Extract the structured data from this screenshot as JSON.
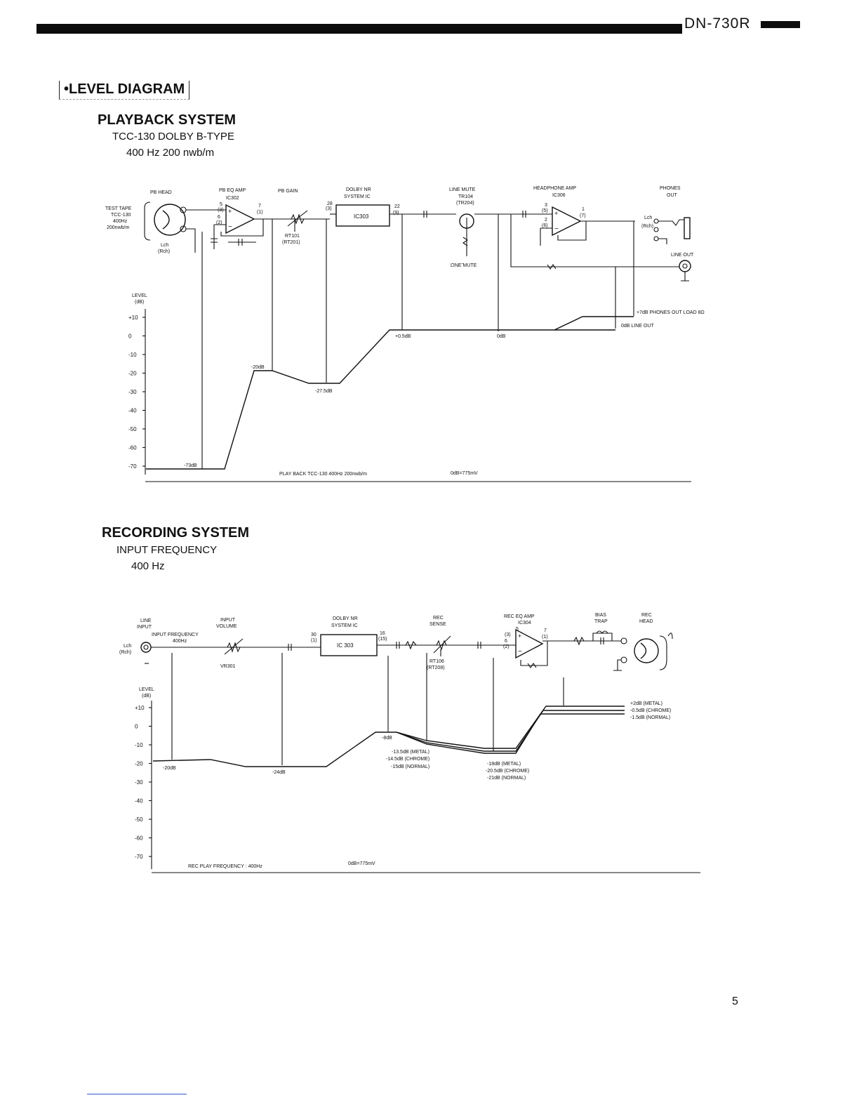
{
  "header": {
    "model": "DN-730R"
  },
  "section_title": "•LEVEL DIAGRAM",
  "playback": {
    "title": "PLAYBACK SYSTEM",
    "subtitle1": "TCC-130 DOLBY B-TYPE",
    "subtitle2": "400 Hz 200 nwb/m",
    "labels": {
      "pb_head": "PB HEAD",
      "pb_eq_amp": "PB EQ AMP",
      "ic302": "IC302",
      "pb_gain": "PB GAIN",
      "dolby": "DOLBY NR",
      "system_ic": "SYSTEM IC",
      "ic303": "IC303",
      "line_mute": "LINE MUTE",
      "tr104": "TR104",
      "tr204": "(TR204)",
      "line_mute2": "LINE MUTE",
      "hp_amp": "HEADPHONE AMP",
      "ic306": "IC306",
      "phones": "PHONES",
      "out": "OUT",
      "line_out": "LINE OUT",
      "lch": "Lch",
      "rch": "(Rch)",
      "rt101": "RT101",
      "rt201": "(RT201)",
      "test_tape_1": "TEST TAPE",
      "test_tape_2": "TCC-130",
      "test_tape_3": "400Hz",
      "test_tape_4": "200nwb/m",
      "pin5": "5",
      "pin3": "(3)",
      "pin6": "6",
      "pin2": "(2)",
      "pin7": "7",
      "pin1": "(1)",
      "pin28": "28",
      "pin3b": "(3)",
      "pin22": "22",
      "pin9": "(9)",
      "hp_p3": "3",
      "hp_p5": "(5)",
      "hp_p2": "2",
      "hp_p6": "(6)",
      "hp_p1": "1",
      "hp_p7": "(7)"
    },
    "level_axis": {
      "title1": "LEVEL",
      "title2": "(dB)"
    },
    "footer": "PLAY BACK TCC-130 400Hz 200nwb/m",
    "ref": "0dB=775mV"
  },
  "recording": {
    "title": "RECORDING SYSTEM",
    "subtitle1": "INPUT FREQUENCY",
    "subtitle2": "400 Hz",
    "labels": {
      "line_input1": "LINE",
      "line_input2": "INPUT",
      "input_freq": "INPUT FREQUENCY",
      "freq": "400Hz",
      "input_volume1": "INPUT",
      "input_volume2": "VOLUME",
      "vr301": "VR301",
      "dolby": "DOLBY NR",
      "system_ic": "SYSTEM IC",
      "ic303": "IC 303",
      "rec_sense1": "REC",
      "rec_sense2": "SENSE",
      "rt106": "RT106",
      "rt206": "(RT208)",
      "rec_eq_amp": "REC EQ AMP",
      "ic304": "IC304",
      "bias_trap1": "BIAS",
      "bias_trap2": "TRAP",
      "rec_head1": "REC",
      "rec_head2": "HEAD",
      "lch": "Lch",
      "rch": "(Rch)",
      "pin30": "30",
      "pin1": "(1)",
      "pin16": "16",
      "pin15": "(15)",
      "e_p5": "5",
      "e_p3": "(3)",
      "e_p6": "6",
      "e_p2": "(2)",
      "e_p7": "7",
      "e_p1": "(1)"
    },
    "level_axis": {
      "title1": "LEVEL",
      "title2": "(dB)"
    },
    "footer": "REC PLAY FREQUENCY : 400Hz",
    "ref": "0dB=775mV"
  },
  "chart_data": [
    {
      "type": "line",
      "ylabel": "LEVEL (dB)",
      "y_ticks": [
        "+10",
        "0",
        "-10",
        "-20",
        "-30",
        "-40",
        "-50",
        "-60",
        "-70"
      ],
      "ylim": [
        -73,
        10
      ],
      "series": [
        {
          "values": [
            {
              "stage": "PB HEAD",
              "db": -73
            },
            {
              "stage": "PB EQ AMP",
              "db": -20
            },
            {
              "stage": "PB GAIN",
              "db": -27.5
            },
            {
              "stage": "DOLBY NR SYSTEM IC",
              "db": 0.5
            },
            {
              "stage": "LINE MUTE",
              "db": 0
            },
            {
              "stage": "LINE OUT",
              "db": 0
            },
            {
              "stage": "PHONES OUT",
              "db": 7
            }
          ]
        }
      ],
      "annotations": [
        "-73dB",
        "-20dB",
        "-27.5dB",
        "+0.5dB",
        "0dB",
        "+7dB PHONES OUT LOAD 8Ω",
        "0dB LINE OUT"
      ]
    },
    {
      "type": "line",
      "ylabel": "LEVEL (dB)",
      "y_ticks": [
        "+10",
        "0",
        "-10",
        "-20",
        "-30",
        "-40",
        "-50",
        "-60",
        "-70"
      ],
      "ylim": [
        -73,
        10
      ],
      "series": [
        {
          "name": "METAL",
          "values": [
            {
              "stage": "LINE INPUT",
              "db": -20
            },
            {
              "stage": "INPUT VOLUME",
              "db": -24
            },
            {
              "stage": "DOLBY NR SYSTEM IC",
              "db": -8
            },
            {
              "stage": "REC SENSE",
              "db": -13.5
            },
            {
              "stage": "REC EQ AMP",
              "db": -18
            },
            {
              "stage": "REC HEAD",
              "db": 2
            }
          ]
        },
        {
          "name": "CHROME",
          "values": [
            {
              "stage": "LINE INPUT",
              "db": -20
            },
            {
              "stage": "INPUT VOLUME",
              "db": -24
            },
            {
              "stage": "DOLBY NR SYSTEM IC",
              "db": -8
            },
            {
              "stage": "REC SENSE",
              "db": -14.5
            },
            {
              "stage": "REC EQ AMP",
              "db": -20.5
            },
            {
              "stage": "REC HEAD",
              "db": -0.5
            }
          ]
        },
        {
          "name": "NORMAL",
          "values": [
            {
              "stage": "LINE INPUT",
              "db": -20
            },
            {
              "stage": "INPUT VOLUME",
              "db": -24
            },
            {
              "stage": "DOLBY NR SYSTEM IC",
              "db": -8
            },
            {
              "stage": "REC SENSE",
              "db": -15
            },
            {
              "stage": "REC EQ AMP",
              "db": -21
            },
            {
              "stage": "REC HEAD",
              "db": -1.5
            }
          ]
        }
      ],
      "annotations": [
        "-20dB",
        "-24dB",
        "-8dB",
        "-13.5dB (METAL)",
        "-14.5dB (CHROME)",
        "-15dB (NORMAL)",
        "-18dB (METAL)",
        "-20.5dB (CHROME)",
        "-21dB (NORMAL)",
        "+2dB (METAL)",
        "-0.5dB (CHROME)",
        "-1.5dB (NORMAL)"
      ]
    }
  ]
}
